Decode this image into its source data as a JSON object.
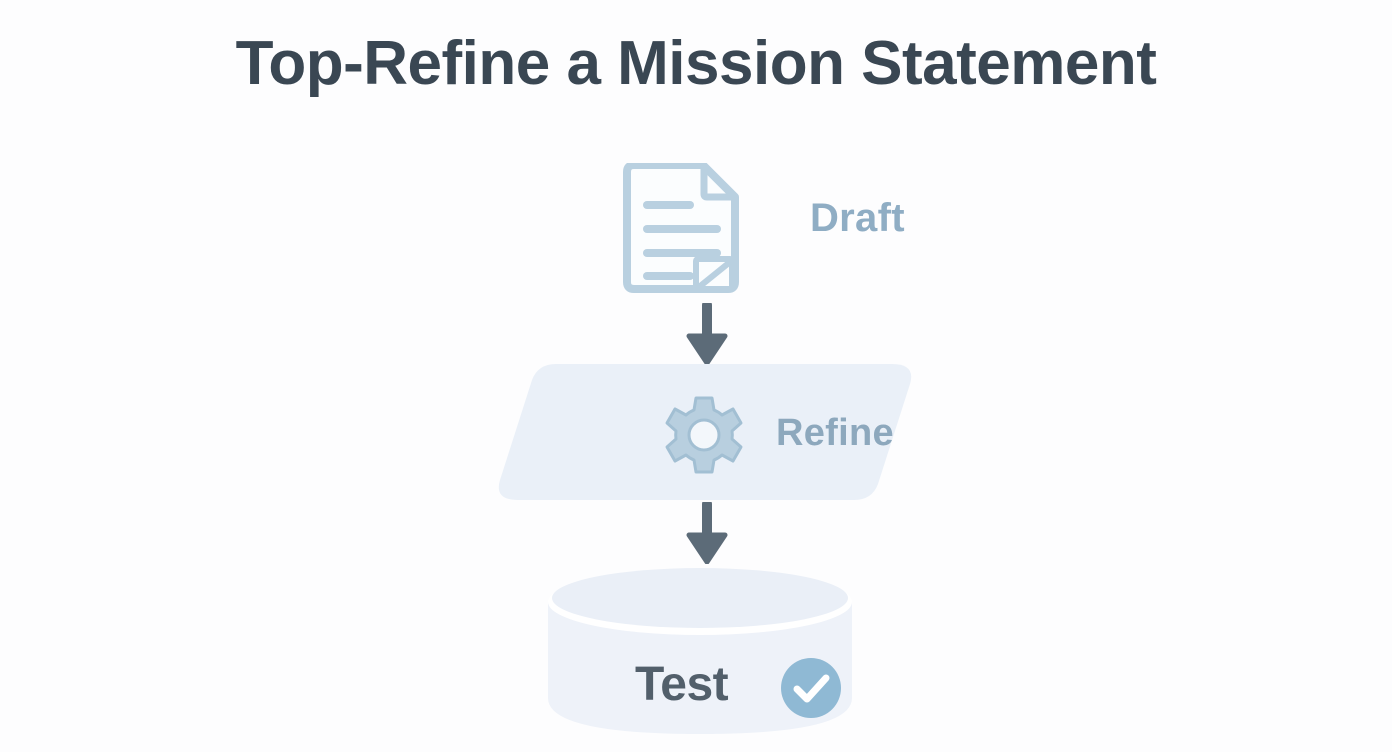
{
  "page": {
    "title": "Top-Refine a Mission Statement",
    "background_color": "#fdfdfe",
    "title_color": "#3a4753"
  },
  "diagram": {
    "type": "flowchart",
    "orientation": "vertical",
    "steps": [
      {
        "id": "draft",
        "label": "Draft",
        "shape": "document",
        "icon": "document-icon",
        "icon_color": "#b9d0e0",
        "label_color": "#8fadc4"
      },
      {
        "id": "refine",
        "label": "Refine",
        "shape": "parallelogram",
        "icon": "gear-icon",
        "shape_fill": "#eaf0f8",
        "icon_color": "#b8cfdf",
        "label_color": "#8da8bd"
      },
      {
        "id": "test",
        "label": "Test",
        "shape": "cylinder",
        "icon": "check-circle-icon",
        "shape_fill": "#eef2f9",
        "badge_color": "#8fb9d4",
        "label_color": "#525f6b"
      }
    ],
    "connectors": [
      {
        "id": "draft-to-refine",
        "from": "draft",
        "to": "refine",
        "kind": "arrow-down",
        "color": "#5c6b78"
      },
      {
        "id": "refine-to-test",
        "from": "refine",
        "to": "test",
        "kind": "arrow-down",
        "color": "#5c6b78"
      }
    ]
  }
}
